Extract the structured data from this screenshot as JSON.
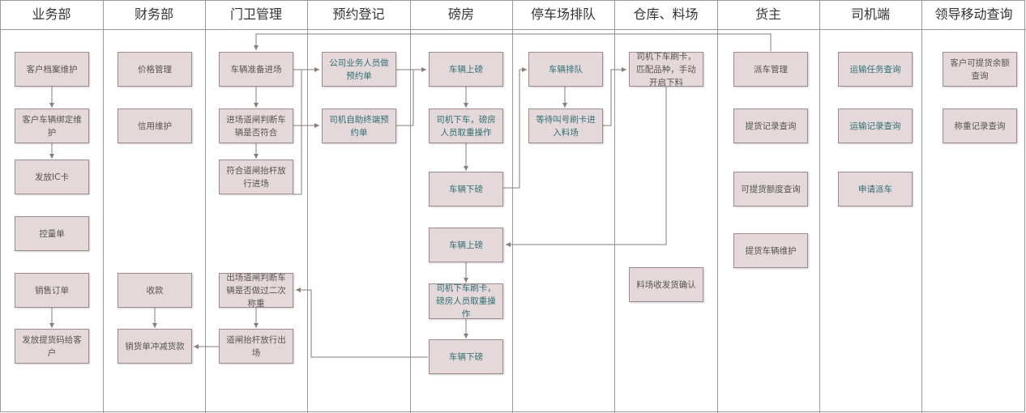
{
  "lanes": [
    "业务部",
    "财务部",
    "门卫管理",
    "预约登记",
    "磅房",
    "停车场排队",
    "仓库、料场",
    "货主",
    "司机端",
    "领导移动查询"
  ],
  "boxes": {
    "b_dangan": "客户档案维护",
    "b_bangding": "客户车辆绑定维护",
    "b_icka": "发放IC卡",
    "b_kongliang": "控量单",
    "b_xiaoshou": "销售订单",
    "b_tihuoma": "发放提货码给客户",
    "f_jiage": "价格管理",
    "f_xinyong": "信用维护",
    "f_shoukuan": "收款",
    "f_chongjian": "销货单冲减货款",
    "g_zhunbei": "车辆准备进场",
    "g_panduan": "进场道闸判断车辆是否符合",
    "g_fangxing": "符合道闸抬杆放行进场",
    "g_chuchang": "出场道闸判断车辆是否做过二次称重",
    "g_taigan": "道闸抬杆放行出场",
    "y_gongsi": "公司业务人员做预约单",
    "y_siji": "司机自助终端预约单",
    "p_shangbang1": "车辆上磅",
    "p_caozuo1": "司机下车，磅房人员取重操作",
    "p_xiabang1": "车辆下磅",
    "p_shangbang2": "车辆上磅",
    "p_caozuo2": "司机下车刷卡，磅房人员取重操作",
    "p_xiabang2": "车辆下磅",
    "t_paidui": "车辆排队",
    "t_dengdai": "等待叫号刷卡进入料场",
    "c_shuaka": "司机下车刷卡，匹配品种，手动开启下料",
    "c_queren": "料场收发货确认",
    "h_paiche": "派车管理",
    "h_tihuo": "提货记录查询",
    "h_edu": "可提货额度查询",
    "h_cheliang": "提货车辆维护",
    "s_renwu": "运输任务查询",
    "s_jilu": "运输记录查询",
    "s_shenqing": "申请派车",
    "l_yue": "客户可提货余额查询",
    "l_chengzhong": "称重记录查询"
  },
  "colors": {
    "box_fill": "#e5d8da",
    "box_border": "#9c8a8d",
    "line": "#8a7b7e",
    "grid": "#9a9a9a",
    "teal_text": "#2f6f73"
  }
}
